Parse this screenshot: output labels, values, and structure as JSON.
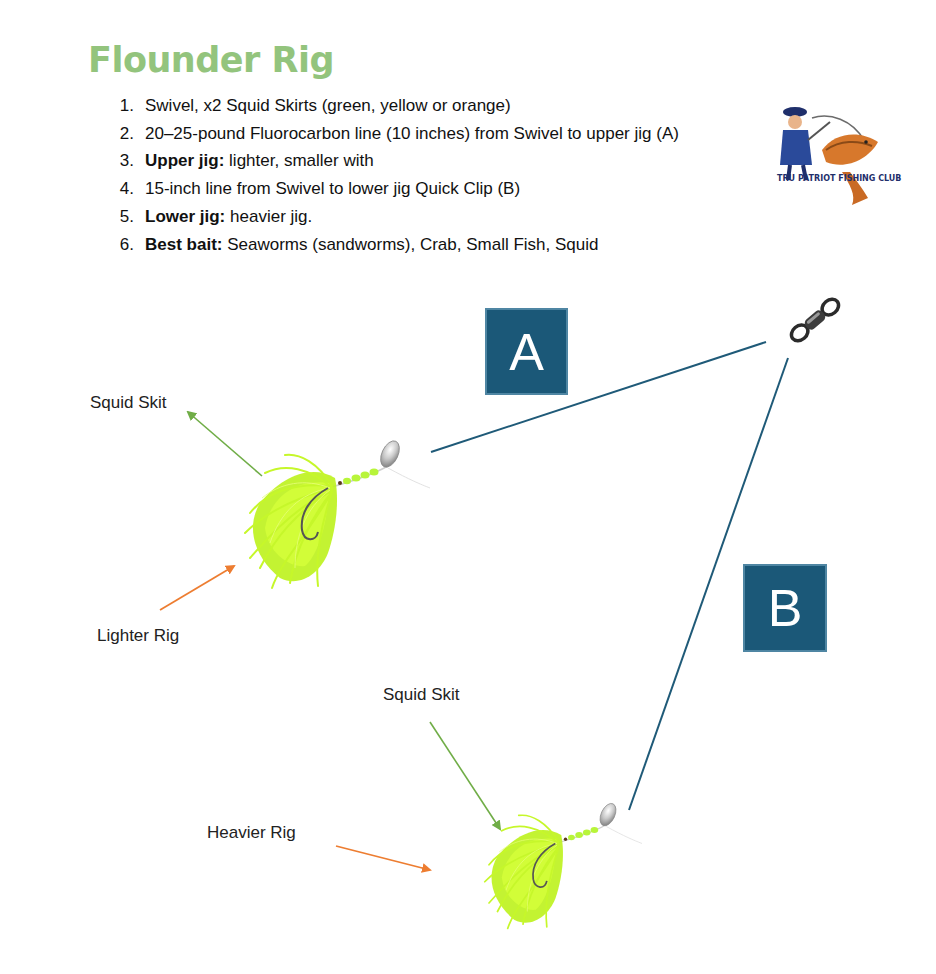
{
  "diagram": {
    "title": "Flounder Rig",
    "nodes": [
      {
        "text": [
          "A"
        ]
      },
      {
        "text": [
          "B"
        ]
      }
    ],
    "labels": [
      "1.",
      "Swivel, x2 Squid Skirts (green, yellow or orange)",
      "2.",
      "20–25-pound Fluorocarbon line (10 inches) from Swivel to upper jig (A)",
      "3.",
      "Upper jig:",
      "lighter, smaller with",
      "4.",
      "15-inch line from Swivel to lower jig Quick Clip (B)",
      "5.",
      "Lower jig:",
      "heavier jig.",
      "6.",
      "Best bait:",
      "Seaworms (sandworms), Crab, Small Fish, Squid",
      "TRU PATRIOT FISHING CLUB",
      "Squid Skit",
      "Lighter Rig",
      "Squid Skit",
      "Heavier Rig"
    ]
  }
}
